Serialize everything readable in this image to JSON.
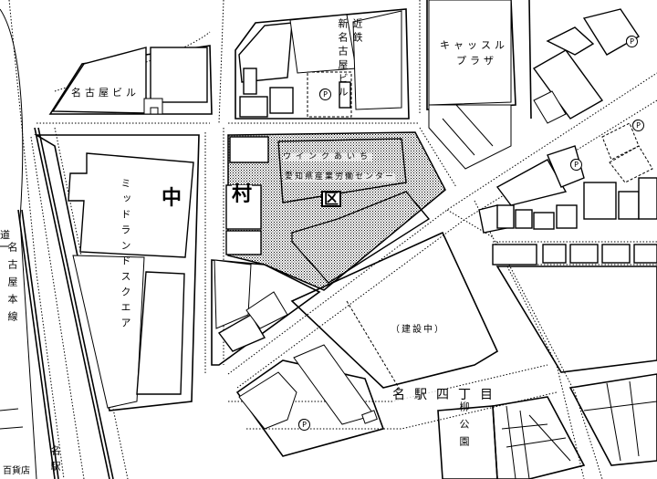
{
  "map": {
    "district_label": "名駅四丁目",
    "highlight_area": {
      "name_line1": "ウインクあいち",
      "name_line2": "愛知県産業労働センター",
      "fill_pattern_color": "#555555"
    },
    "large_chars": {
      "naka": "中",
      "mura": "村",
      "ward_symbol": "区"
    },
    "buildings": [
      {
        "id": "meitetsu-bldg",
        "label": "名古屋ビル"
      },
      {
        "id": "kintetsu-bldg",
        "label_line1": "近鉄",
        "label_line2": "新名古屋ビル"
      },
      {
        "id": "castle-plaza",
        "label_line1": "キャッスル",
        "label_line2": "プラザ"
      },
      {
        "id": "midland-square",
        "label": "ミッドランドスクエア"
      },
      {
        "id": "under-construction",
        "label": "（建設中）"
      }
    ],
    "railways": [
      {
        "id": "meitetsu-line",
        "label": "名古屋本線"
      },
      {
        "id": "road-label",
        "label": "道"
      }
    ],
    "stations": [
      {
        "id": "meieki-station",
        "label": "名駅"
      },
      {
        "id": "dept-store",
        "label": "百貨店"
      }
    ],
    "parks": [
      {
        "id": "yanagi-park",
        "label": "柳公園"
      }
    ],
    "parking_symbol": "P",
    "parking_count": 5
  }
}
